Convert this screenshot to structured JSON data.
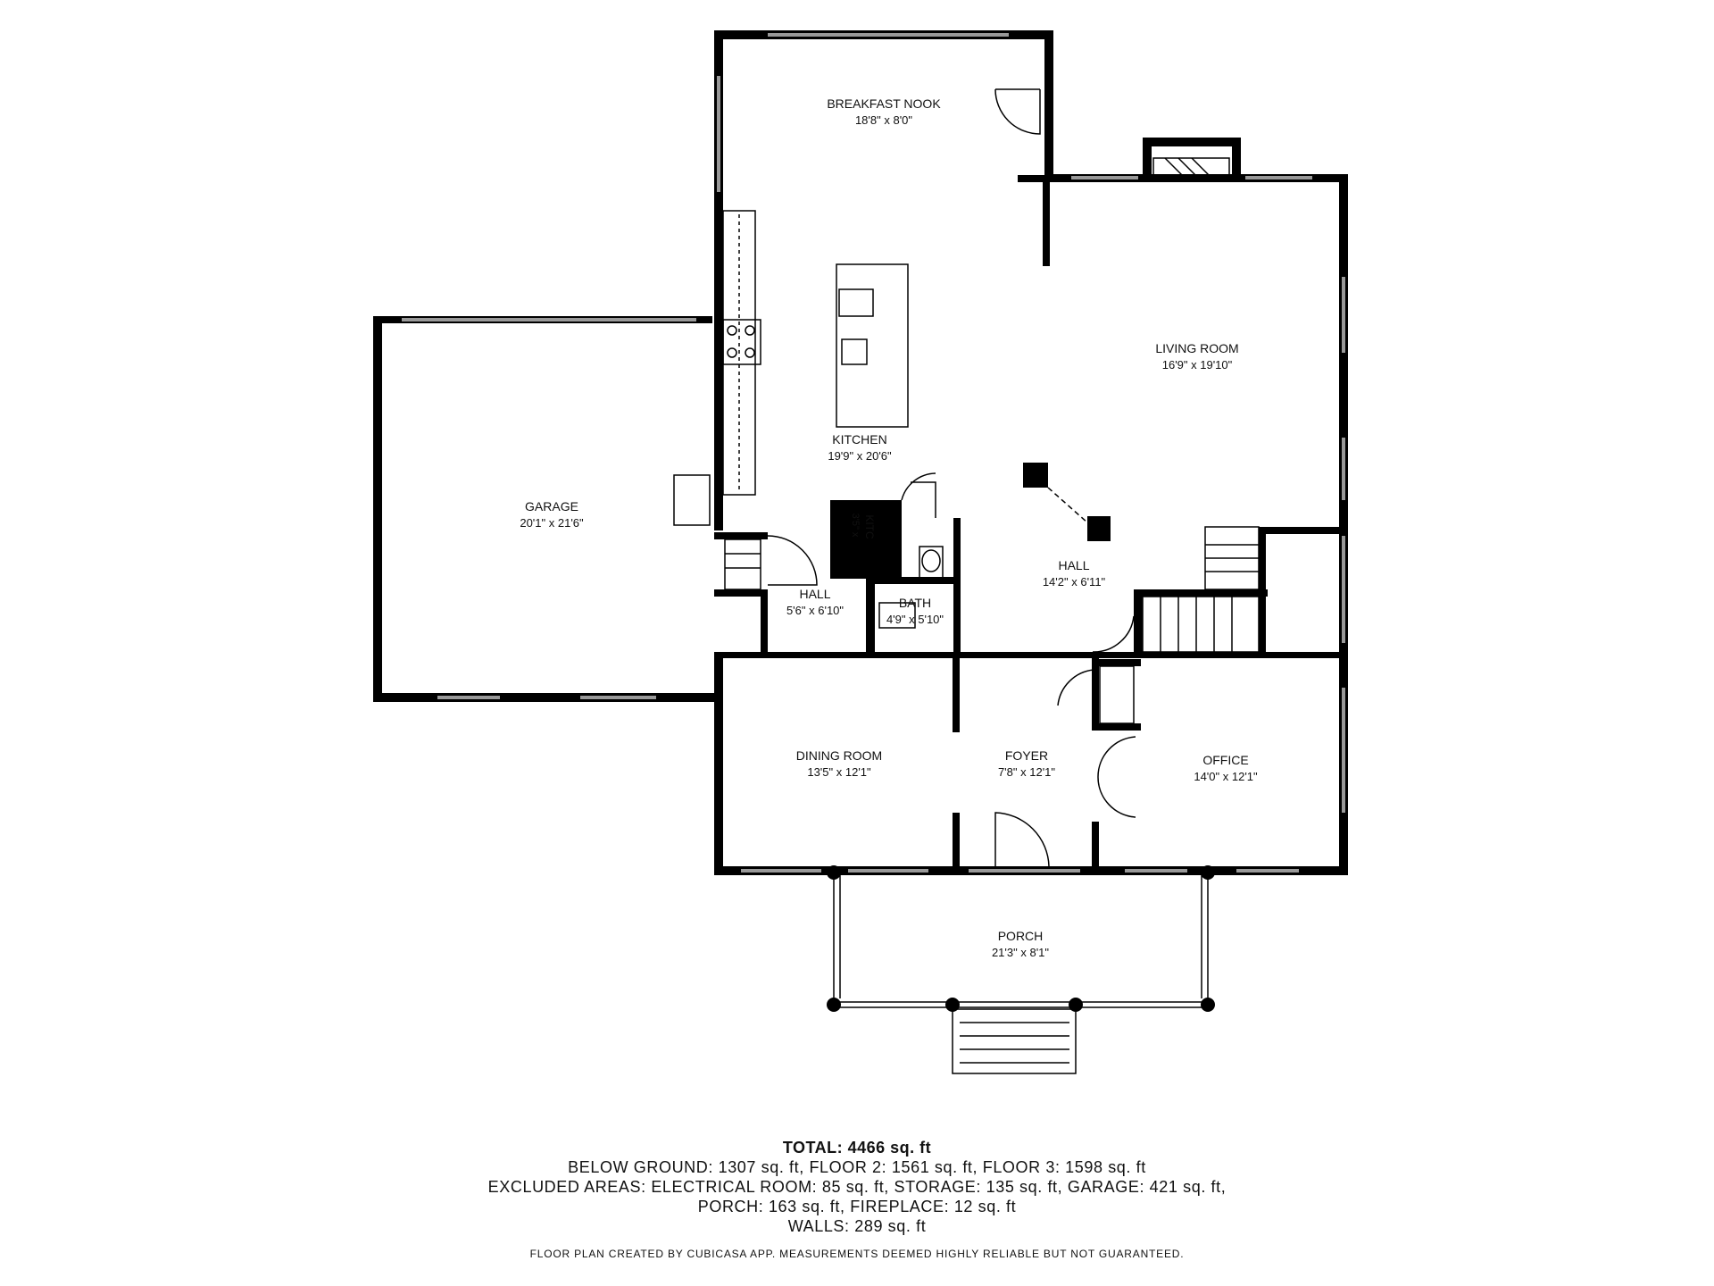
{
  "rooms": {
    "breakfast_nook": {
      "name": "BREAKFAST NOOK",
      "dims": "18'8\" x 8'0\""
    },
    "kitchen": {
      "name": "KITCHEN",
      "dims": "19'9\" x 20'6\""
    },
    "living_room": {
      "name": "LIVING ROOM",
      "dims": "16'9\" x 19'10\""
    },
    "garage": {
      "name": "GARAGE",
      "dims": "20'1\" x 21'6\""
    },
    "kitchen_small": {
      "name": "KITC",
      "dims": "3'5\" x"
    },
    "hall_center": {
      "name": "HALL",
      "dims": "14'2\" x 6'11\""
    },
    "hall_left": {
      "name": "HALL",
      "dims": "5'6\" x 6'10\""
    },
    "bath": {
      "name": "BATH",
      "dims": "4'9\" x 5'10\""
    },
    "dining_room": {
      "name": "DINING ROOM",
      "dims": "13'5\" x 12'1\""
    },
    "foyer": {
      "name": "FOYER",
      "dims": "7'8\" x 12'1\""
    },
    "office": {
      "name": "OFFICE",
      "dims": "14'0\" x 12'1\""
    },
    "porch": {
      "name": "PORCH",
      "dims": "21'3\" x 8'1\""
    }
  },
  "summary": {
    "total": "TOTAL: 4466 sq. ft",
    "line1": "BELOW GROUND: 1307 sq. ft, FLOOR 2: 1561 sq. ft, FLOOR 3: 1598 sq. ft",
    "line2": "EXCLUDED AREAS: ELECTRICAL ROOM: 85 sq. ft, STORAGE: 135 sq. ft, GARAGE: 421 sq. ft,",
    "line3": "PORCH: 163 sq. ft, FIREPLACE: 12 sq. ft",
    "line4": "WALLS: 289 sq. ft"
  },
  "footer": "FLOOR PLAN CREATED BY CUBICASA APP. MEASUREMENTS DEEMED HIGHLY RELIABLE BUT NOT GUARANTEED.",
  "colors": {
    "wall": "#000000",
    "background": "#ffffff"
  }
}
